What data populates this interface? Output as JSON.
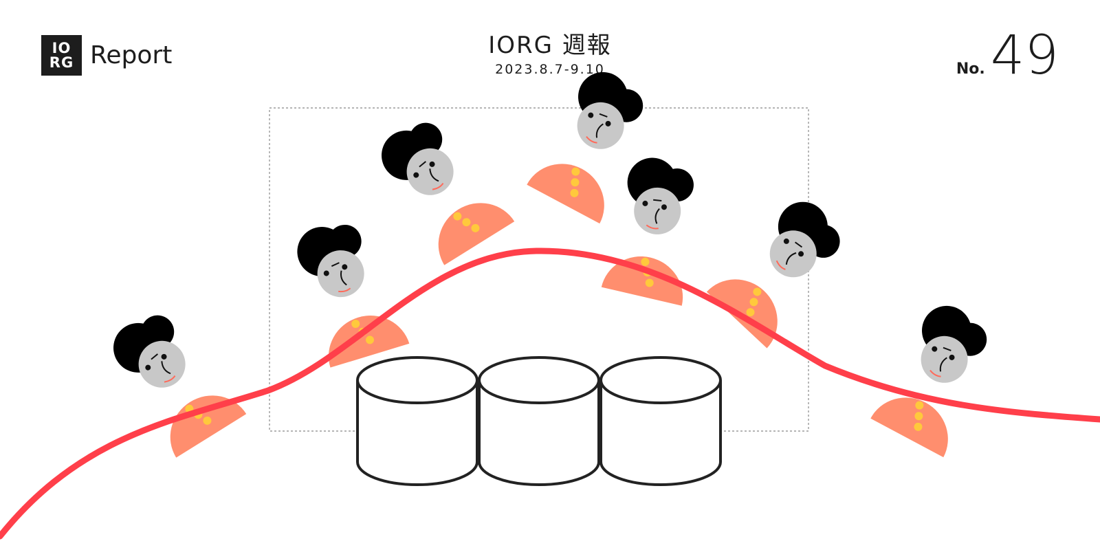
{
  "header": {
    "logo_lines": [
      "IO",
      "RG"
    ],
    "logo_label": "Report",
    "title": "IORG 週報",
    "date_range": "2023.8.7-9.10",
    "issue_prefix": "No.",
    "issue_number": "49"
  },
  "colors": {
    "curve": "#ff3f4a",
    "body": "#ff8e6e",
    "face": "#c8c8c8",
    "hair": "#000000",
    "buttons": "#ffc93c",
    "ink": "#1d1d1d"
  },
  "icons": [
    "person-figure-icon",
    "database-cylinder-icon"
  ]
}
